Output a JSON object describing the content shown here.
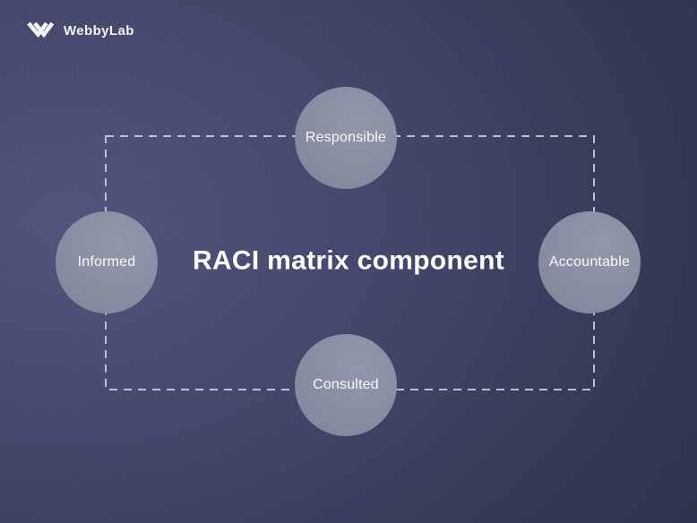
{
  "brand": {
    "name": "WebbyLab",
    "logo_icon": "double-chevron-w"
  },
  "title": "RACI matrix component",
  "diagram": {
    "type": "hub-and-nodes",
    "frame": "dashed-rectangle",
    "nodes": [
      {
        "id": "responsible",
        "label": "Responsible",
        "position": "top"
      },
      {
        "id": "accountable",
        "label": "Accountable",
        "position": "right"
      },
      {
        "id": "consulted",
        "label": "Consulted",
        "position": "bottom"
      },
      {
        "id": "informed",
        "label": "Informed",
        "position": "left"
      }
    ]
  },
  "colors": {
    "background_light": "#51547d",
    "background_dark": "#2c3049",
    "node_fill": "#888da1",
    "node_text": "#fbfbfd",
    "title_text": "#fcfcfe",
    "dashed_line": "#d4d7de",
    "logo_text": "#f4f5f8"
  }
}
